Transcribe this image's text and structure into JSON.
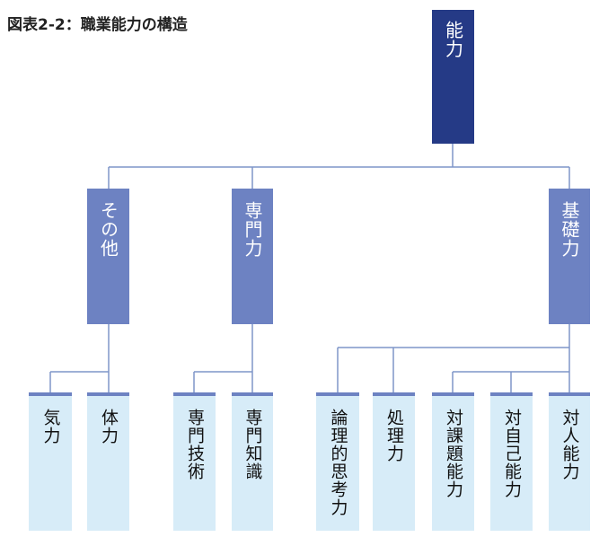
{
  "title": "図表2-2：職業能力の構造",
  "colors": {
    "root": "#253a86",
    "mid": "#6d82c2",
    "leaf": "#d7ecf8",
    "line": "#7f96c8"
  },
  "root": {
    "label": "能力"
  },
  "mid": [
    {
      "label": "その他"
    },
    {
      "label": "専門力"
    },
    {
      "label": "基礎力"
    }
  ],
  "leaves": [
    {
      "label": "気力"
    },
    {
      "label": "体力"
    },
    {
      "label": "専門技術"
    },
    {
      "label": "専門知識"
    },
    {
      "label": "論理的思考力"
    },
    {
      "label": "処理力"
    },
    {
      "label": "対課題能力"
    },
    {
      "label": "対自己能力"
    },
    {
      "label": "対人能力"
    }
  ]
}
